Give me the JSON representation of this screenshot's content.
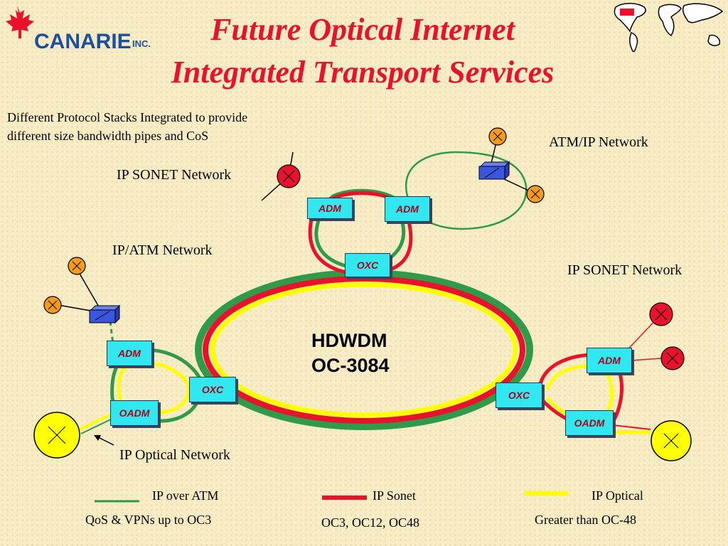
{
  "header": {
    "logo_text": "CANARIE",
    "logo_suffix": "INC.",
    "title_line1": "Future Optical Internet",
    "title_line2": "Integrated Transport Services"
  },
  "description": "Different Protocol Stacks Integrated to provide different size bandwidth pipes and CoS",
  "labels": {
    "ip_sonet_top": "IP SONET Network",
    "atm_ip": "ATM/IP Network",
    "ip_atm": "IP/ATM Network",
    "ip_sonet_right": "IP SONET Network",
    "ip_optical": "IP Optical Network"
  },
  "core": {
    "line1": "HDWDM",
    "line2": "OC-3084"
  },
  "nodes": {
    "adm_top_left": "ADM",
    "adm_top_right": "ADM",
    "oxc_top": "OXC",
    "adm_left": "ADM",
    "oadm_left": "OADM",
    "oxc_left": "OXC",
    "oxc_right": "OXC",
    "adm_right": "ADM",
    "oadm_right": "OADM"
  },
  "legend": {
    "items": [
      {
        "label": "IP over ATM",
        "detail": "QoS & VPNs up to OC3",
        "color": "#2e9a4a"
      },
      {
        "label": "IP Sonet",
        "detail": "OC3, OC12, OC48",
        "color": "#e8122a"
      },
      {
        "label": "IP Optical",
        "detail": "Greater than OC-48",
        "color": "#ffff00"
      }
    ]
  },
  "colors": {
    "title": "#e8122a",
    "atm_line": "#2e9a4a",
    "sonet_line": "#e8122a",
    "optical_line": "#ffff00",
    "node_fill": "#32e8f0",
    "router_red": "#e8122a",
    "router_orange": "#f59a1a",
    "router_yellow": "#ffff00",
    "switch_blue": "#3a56e0",
    "logo_blue": "#1d4fa0"
  }
}
